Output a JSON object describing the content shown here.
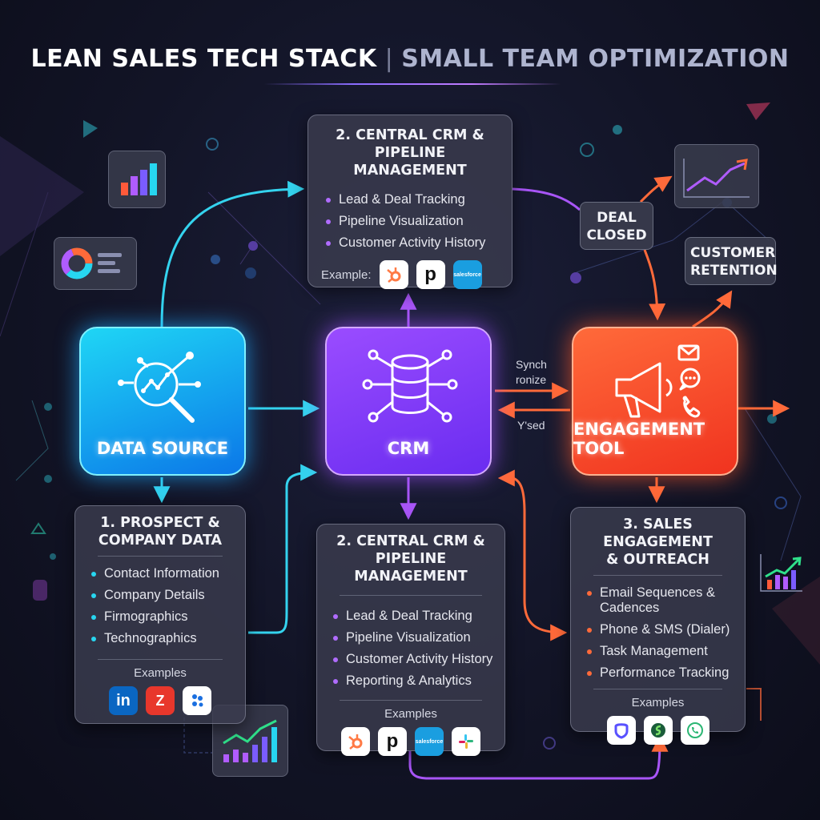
{
  "header": {
    "title": "LEAN SALES TECH STACK",
    "separator": "|",
    "subtitle": "SMALL TEAM OPTIMIZATION"
  },
  "hubs": {
    "data_source": "DATA SOURCE",
    "crm": "CRM",
    "engagement": "ENGAGEMENT TOOL"
  },
  "crm_top_panel": {
    "title_line1": "2. CENTRAL CRM &",
    "title_line2": "PIPELINE MANAGEMENT",
    "items": [
      "Lead & Deal Tracking",
      "Pipeline Visualization",
      "Customer Activity History"
    ],
    "examples_label": "Example:",
    "logos": [
      "hubspot-logo",
      "pipedrive-logo",
      "salesforce-logo"
    ],
    "pipedrive_letter": "p",
    "salesforce_text": "salesforce"
  },
  "data_panel": {
    "title_line1": "1. PROSPECT &",
    "title_line2": "COMPANY DATA",
    "items": [
      "Contact Information",
      "Company Details",
      "Firmographics",
      "Technographics"
    ],
    "examples_label": "Examples",
    "linkedin_text": "in",
    "zoominfo_letter": "Z"
  },
  "crm_bottom_panel": {
    "title_line1": "2. CENTRAL CRM &",
    "title_line2": "PIPELINE MANAGEMENT",
    "items": [
      "Lead & Deal Tracking",
      "Pipeline Visualization",
      "Customer Activity History",
      "Reporting & Analytics"
    ],
    "examples_label": "Examples",
    "pipedrive_letter": "p",
    "salesforce_text": "salesforce"
  },
  "engagement_panel": {
    "title_line1": "3. SALES ENGAGEMENT",
    "title_line2": "& OUTREACH",
    "item1_line1": "Email Sequences &",
    "item1_line2": "Cadences",
    "items": [
      "Phone & SMS (Dialer)",
      "Task Management",
      "Performance Tracking"
    ],
    "examples_label": "Examples"
  },
  "tags": {
    "deal_line1": "DEAL",
    "deal_line2": "CLOSED",
    "retention_line1": "CUSTOMER",
    "retention_line2": "RETENTION"
  },
  "flow_labels": {
    "sync_line1": "Synch",
    "sync_line2": "ronize",
    "used": "Y'sed"
  },
  "colors": {
    "cyan": "#27d6f0",
    "purple": "#a855f7",
    "orange": "#ff6a3a",
    "background": "#121426"
  }
}
